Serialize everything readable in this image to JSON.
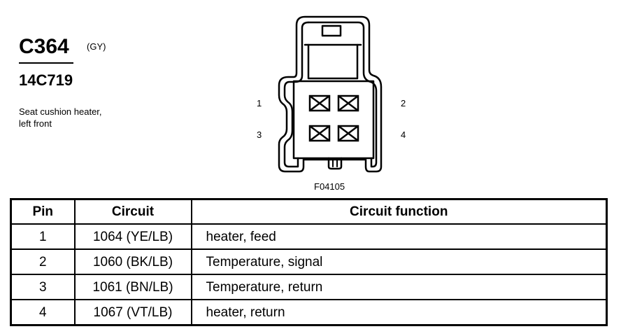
{
  "header": {
    "connector_code": "C364",
    "connector_color": "(GY)",
    "part_number": "14C719",
    "description_line1": "Seat cushion heater,",
    "description_line2": "left front"
  },
  "figure": {
    "id": "F04105",
    "pin_labels": [
      "1",
      "2",
      "3",
      "4"
    ]
  },
  "table": {
    "headers": [
      "Pin",
      "Circuit",
      "Circuit function"
    ],
    "rows": [
      {
        "pin": "1",
        "circuit": "1064 (YE/LB)",
        "function": "heater, feed"
      },
      {
        "pin": "2",
        "circuit": "1060 (BK/LB)",
        "function": "Temperature, signal"
      },
      {
        "pin": "3",
        "circuit": "1061 (BN/LB)",
        "function": "Temperature, return"
      },
      {
        "pin": "4",
        "circuit": "1067 (VT/LB)",
        "function": "heater, return"
      }
    ]
  }
}
